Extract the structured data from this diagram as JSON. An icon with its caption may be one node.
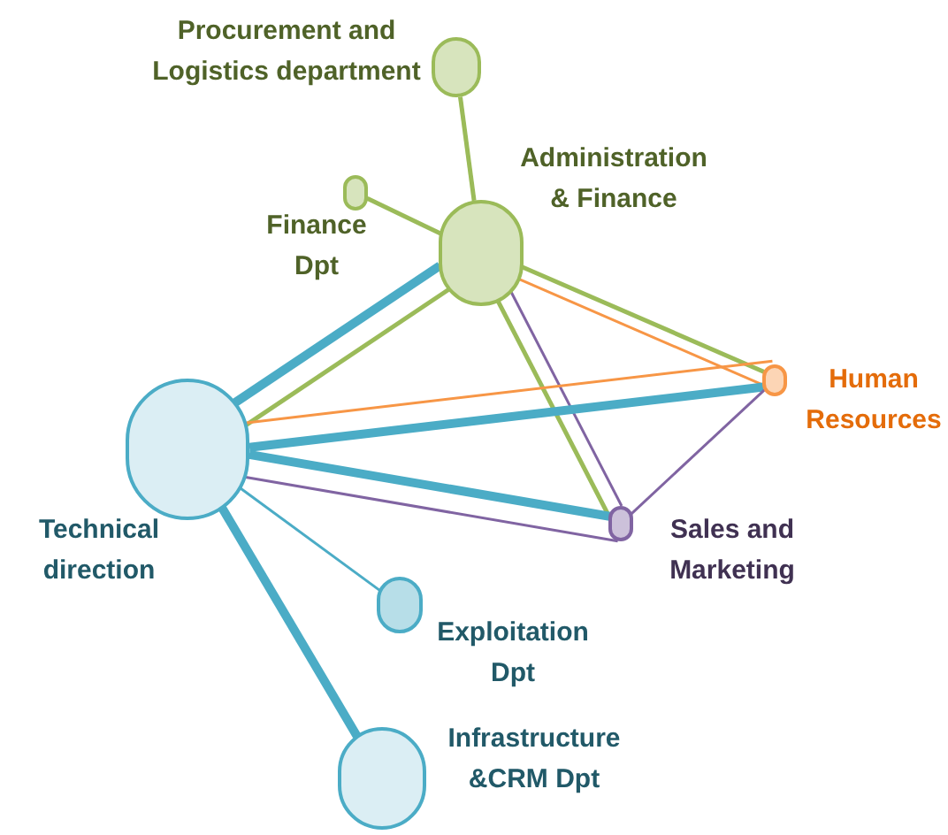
{
  "diagram": {
    "nodes": [
      {
        "text": [
          "Procurement and Logistics department"
        ]
      },
      {
        "text": [
          "Finance Dpt"
        ]
      },
      {
        "text": [
          "Administration & Finance"
        ]
      },
      {
        "text": [
          "Human Resources"
        ]
      },
      {
        "text": [
          "Technical direction"
        ]
      },
      {
        "text": [
          "Sales and Marketing"
        ]
      },
      {
        "text": [
          "Exploitation Dpt"
        ]
      },
      {
        "text": [
          "Infrastructure &CRM Dpt"
        ]
      }
    ],
    "edges": [
      {
        "from": 0,
        "to": 2,
        "arrow": "none",
        "color": "#9bbb59"
      },
      {
        "from": 1,
        "to": 2,
        "arrow": "none",
        "color": "#9bbb59"
      },
      {
        "from": 2,
        "to": 3,
        "arrow": "none",
        "color": "#9bbb59"
      },
      {
        "from": 2,
        "to": 3,
        "arrow": "none",
        "color": "#f79646"
      },
      {
        "from": 2,
        "to": 4,
        "arrow": "none",
        "color": "#9bbb59"
      },
      {
        "from": 2,
        "to": 5,
        "arrow": "none",
        "color": "#9bbb59"
      },
      {
        "from": 2,
        "to": 5,
        "arrow": "none",
        "color": "#8064a2"
      },
      {
        "from": 4,
        "to": 2,
        "arrow": "none",
        "color": "#4bacc6",
        "style": "thick"
      },
      {
        "from": 4,
        "to": 3,
        "arrow": "none",
        "color": "#f79646"
      },
      {
        "from": 4,
        "to": 3,
        "arrow": "none",
        "color": "#4bacc6",
        "style": "thick"
      },
      {
        "from": 4,
        "to": 5,
        "arrow": "none",
        "color": "#4bacc6",
        "style": "thick"
      },
      {
        "from": 4,
        "to": 5,
        "arrow": "none",
        "color": "#8064a2"
      },
      {
        "from": 3,
        "to": 5,
        "arrow": "none",
        "color": "#8064a2"
      },
      {
        "from": 4,
        "to": 6,
        "arrow": "none",
        "color": "#4bacc6"
      },
      {
        "from": 4,
        "to": 7,
        "arrow": "none",
        "color": "#4bacc6",
        "style": "thick"
      }
    ]
  }
}
